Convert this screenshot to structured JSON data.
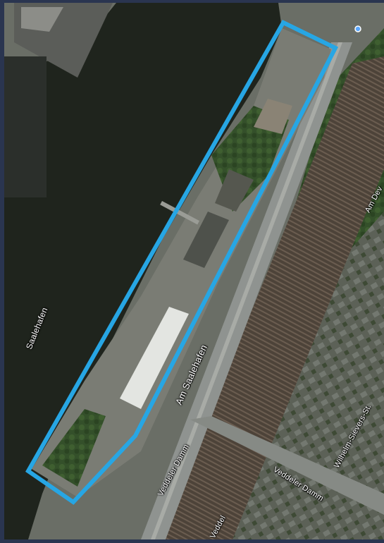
{
  "map": {
    "water_name": "Saalehafen",
    "street_main": "Am Saalehafen",
    "street_right_top": "Am Dev",
    "street_right": "Wilhelm-Sievers-St.",
    "street_bottom_1": "Veddeler Damm",
    "street_bottom_2": "Veddeler Damm",
    "street_bottom_3": "Veddel"
  },
  "colors": {
    "water": "#1f241d",
    "boundary": "#27a6e4",
    "road": "#8f9390",
    "rail": "#4a3f35",
    "vegetation": "#2f4a22",
    "page_background": "#2a3550"
  },
  "icons": [
    "location-pin-icon"
  ]
}
